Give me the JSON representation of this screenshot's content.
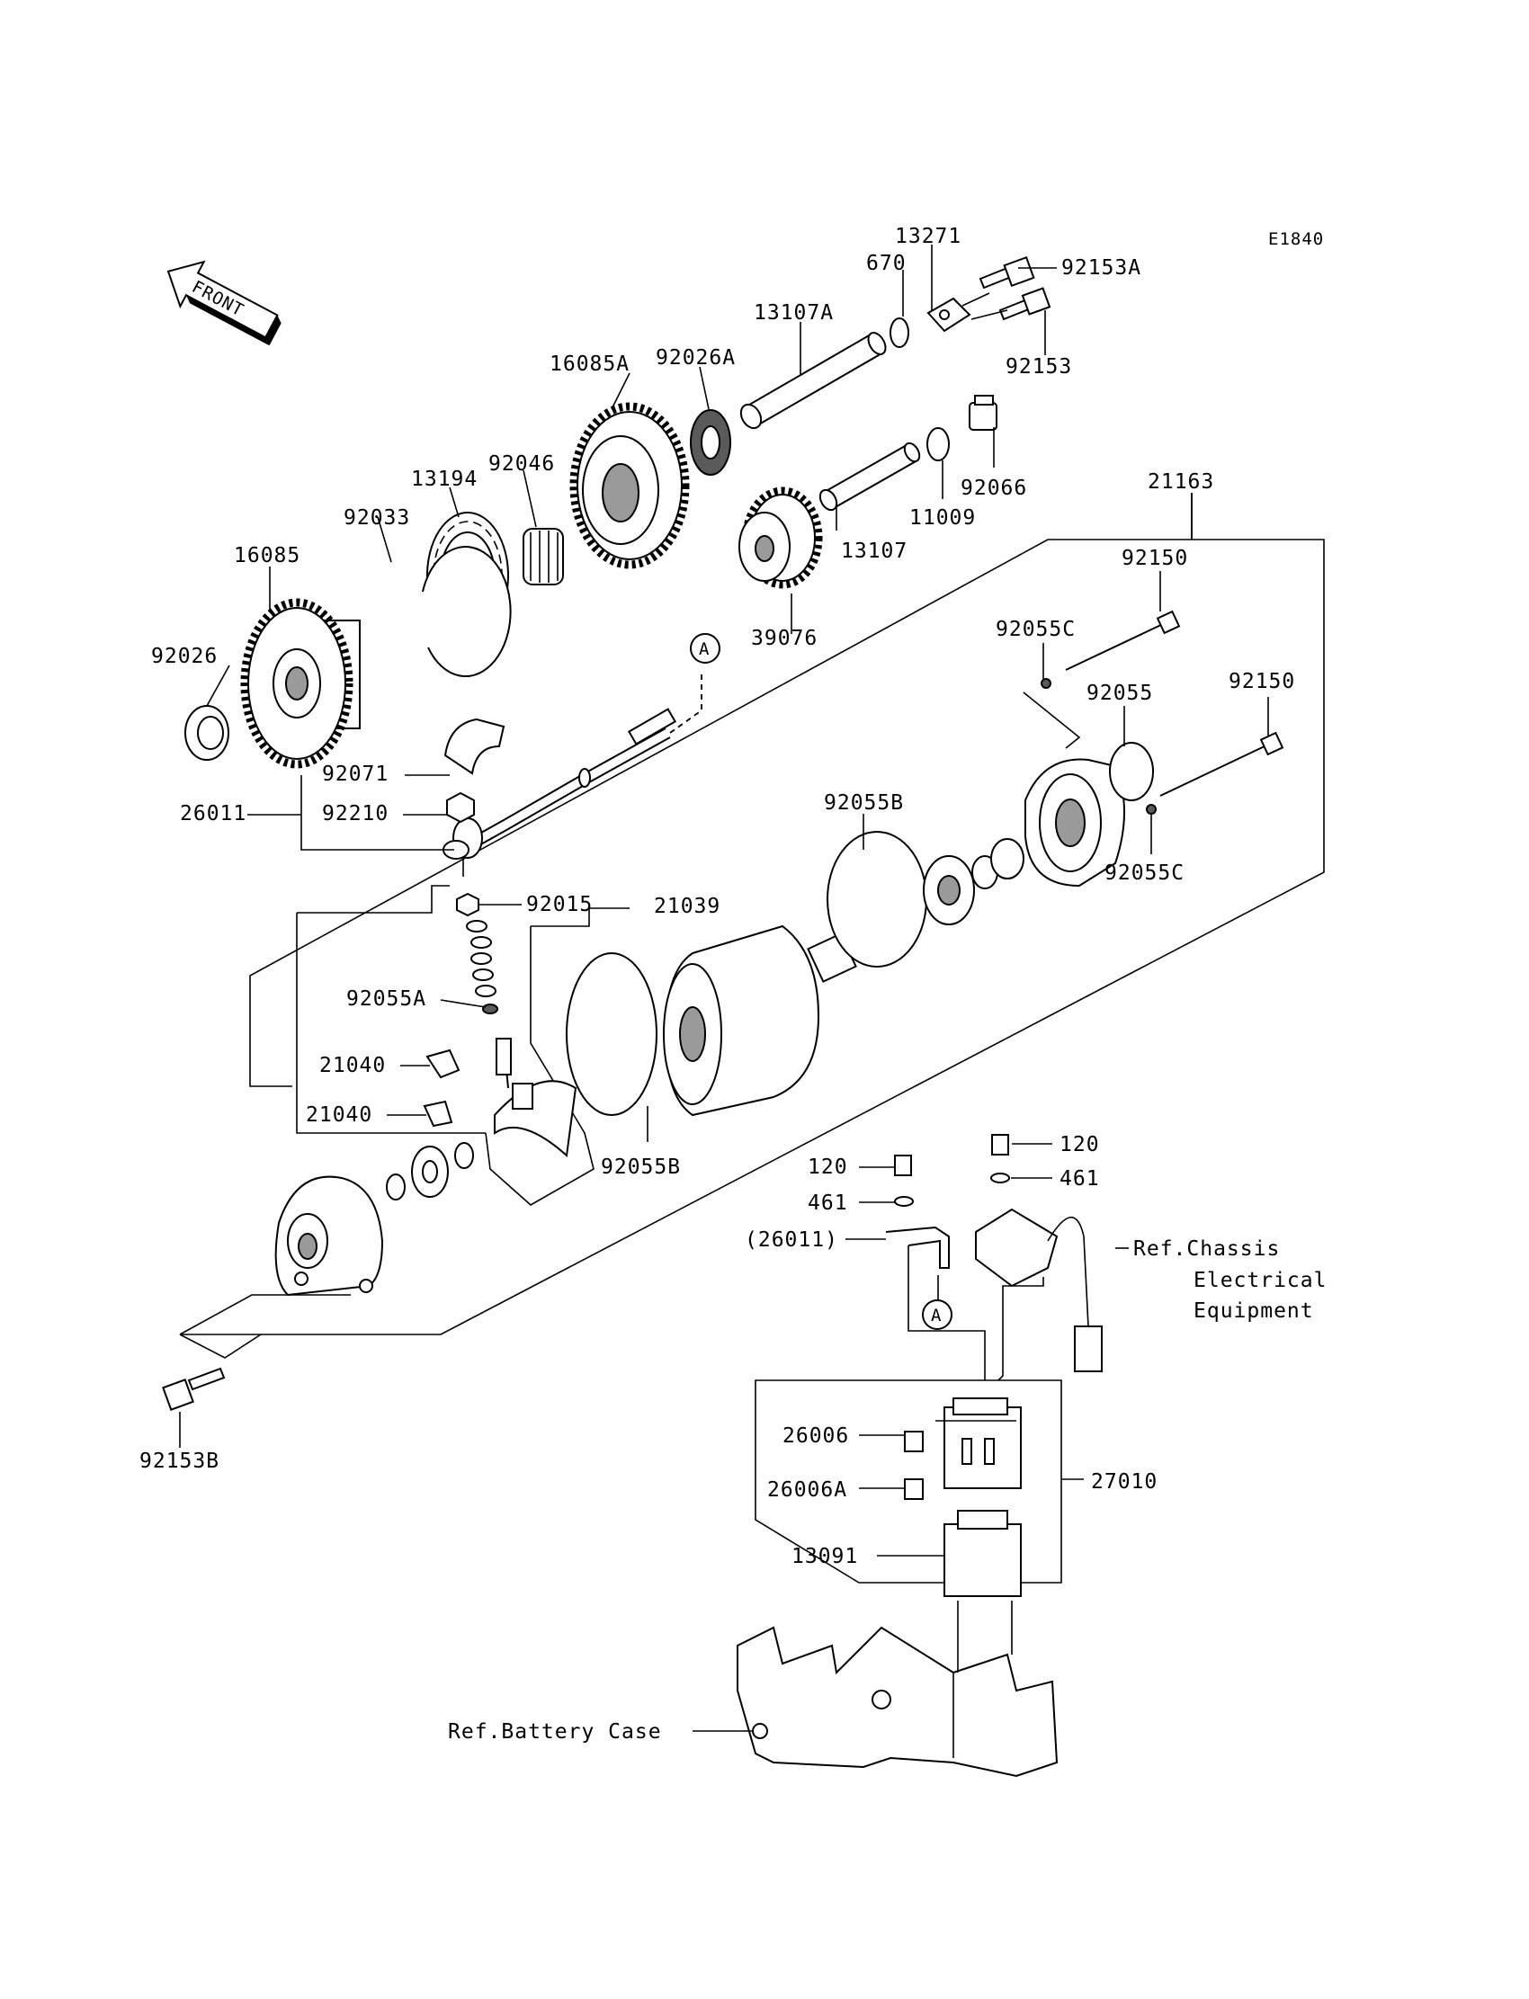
{
  "diagram": {
    "code": "E1840",
    "front_label": "FRONT",
    "ref_marker": "A",
    "labels": {
      "p13271": "13271",
      "p670": "670",
      "p92153A": "92153A",
      "p13107A": "13107A",
      "p92153": "92153",
      "p16085A": "16085A",
      "p92026A": "92026A",
      "p13194": "13194",
      "p92046": "92046",
      "p92066": "92066",
      "p11009": "11009",
      "p21163": "21163",
      "p92033": "92033",
      "p13107": "13107",
      "p16085": "16085",
      "p92150a": "92150",
      "p92055C_top": "92055C",
      "p39076": "39076",
      "p92026": "92026",
      "p92150b": "92150",
      "p92055": "92055",
      "p92071": "92071",
      "p26011": "26011",
      "p92210": "92210",
      "p92055B_top": "92055B",
      "p92055C_bot": "92055C",
      "p92015": "92015",
      "p21039": "21039",
      "p92055A": "92055A",
      "p21040a": "21040",
      "p21040b": "21040",
      "p92055B_bot": "92055B",
      "p120a": "120",
      "p120b": "120",
      "p461a": "461",
      "p461b": "461",
      "p26011ref": "(26011)",
      "p92153B": "92153B",
      "p26006": "26006",
      "p26006A": "26006A",
      "p27010": "27010",
      "p13091": "13091"
    },
    "refs": {
      "chassis_line1": "Ref.Chassis",
      "chassis_line2": "Electrical",
      "chassis_line3": "Equipment",
      "battery": "Ref.Battery Case"
    }
  }
}
